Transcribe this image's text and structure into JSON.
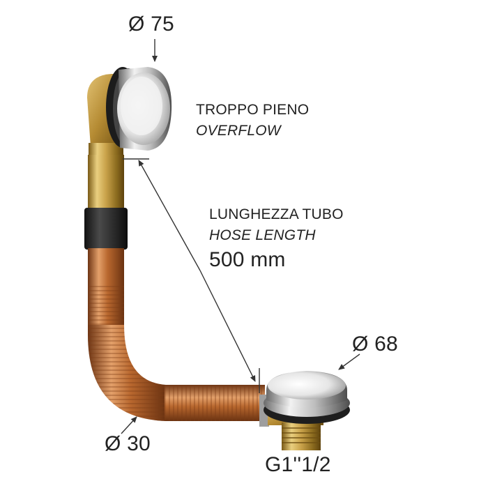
{
  "labels": {
    "overflow_diameter": "Ø 75",
    "overflow_it": "TROPPO PIENO",
    "overflow_en": "OVERFLOW",
    "length_it": "LUNGHEZZA TUBO",
    "length_en": "HOSE LENGTH",
    "length_value": "500 mm",
    "waste_diameter": "Ø 68",
    "hose_diameter": "Ø 30",
    "thread": "G1''1/2"
  },
  "colors": {
    "brass": "#c9a24a",
    "brass_dark": "#8a6a1e",
    "copper": "#c8783d",
    "copper_dark": "#8c4a1f",
    "rubber": "#2a2a2a",
    "chrome_light": "#f4f4f4",
    "chrome_dark": "#7c7c7c",
    "arrow": "#333333"
  }
}
